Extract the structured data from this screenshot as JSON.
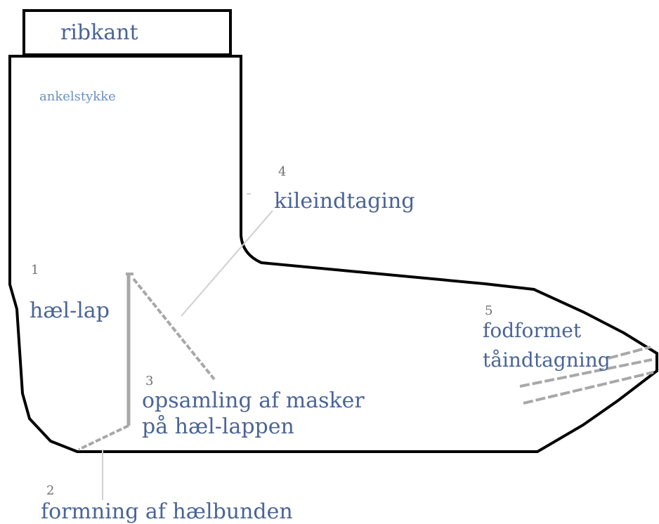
{
  "labels": {
    "ribkant": "ribkant",
    "ankelstykke": "ankelstykke",
    "kile_num": "4",
    "kile": "kileindtaging",
    "hael_num": "1",
    "hael": "hæl-lap",
    "opsamling_num": "3",
    "opsamling_line1": "opsamling af masker",
    "opsamling_line2": "på hæl-lappen",
    "fod_num": "5",
    "fod_line1": "fodformet",
    "fod_line2": "tåindtagning",
    "formning_num": "2",
    "formning": "formning af hælbunden"
  },
  "colors": {
    "outline": "#000000",
    "marker": "#a8a8a8",
    "leader": "#d0d0d0",
    "label": "#4a6496",
    "label_light": "#6b8fc0",
    "number": "#707070"
  }
}
